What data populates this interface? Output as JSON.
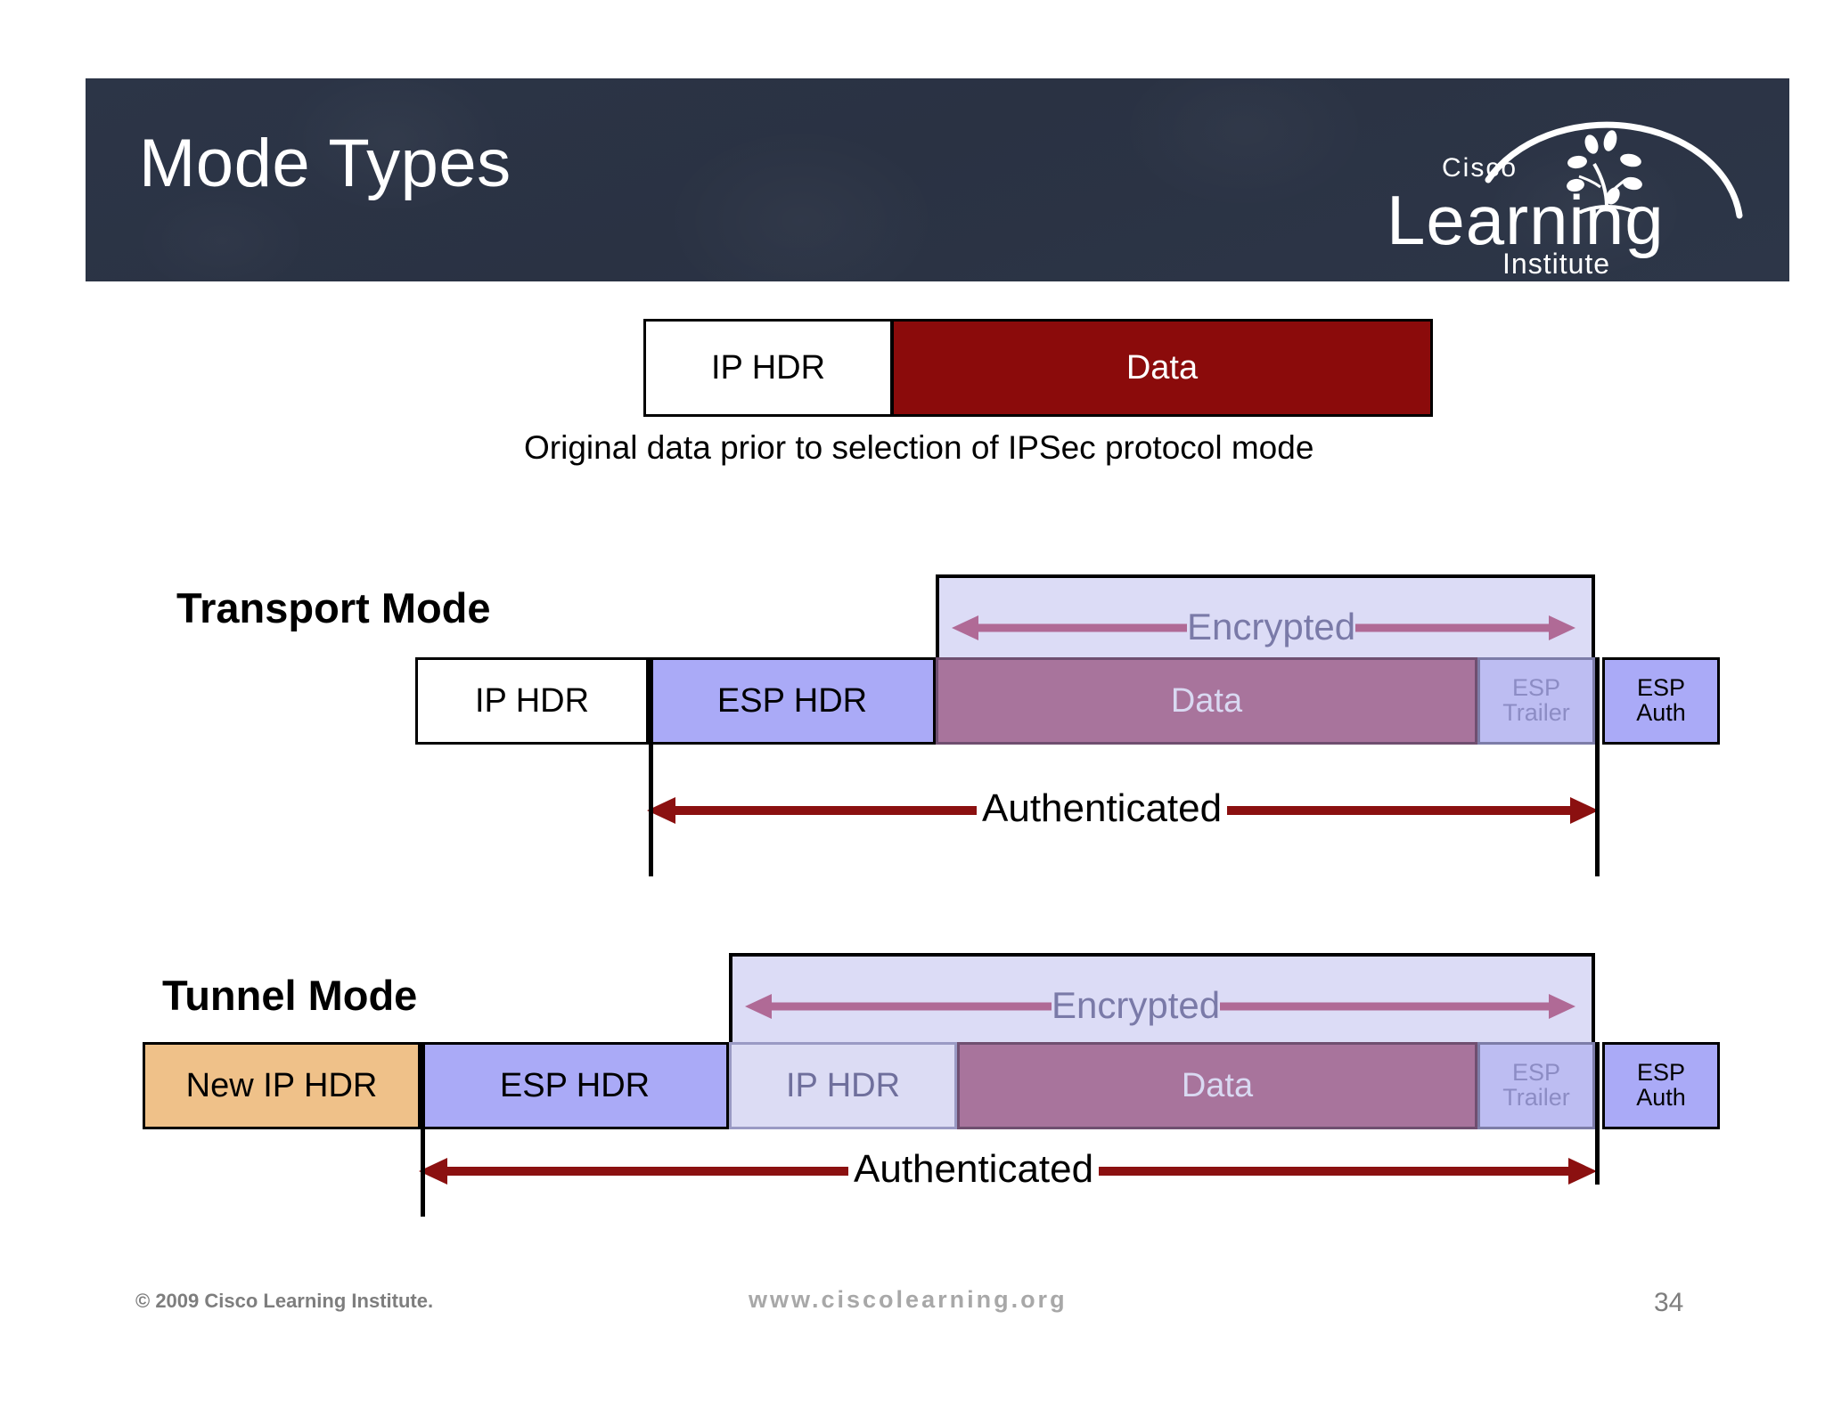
{
  "slide": {
    "title": "Mode Types",
    "logo": {
      "brand": "Cisco",
      "name": "Learning",
      "sub": "Institute",
      "alt": "Cisco Learning Institute logo"
    }
  },
  "original_packet": {
    "caption": "Original data prior to selection of IPSec protocol mode",
    "fields": [
      {
        "label": "IP HDR",
        "color": "#ffffff"
      },
      {
        "label": "Data",
        "color": "#8b0b0b"
      }
    ]
  },
  "transport_mode": {
    "title": "Transport Mode",
    "encrypted_label": "Encrypted",
    "authenticated_label": "Authenticated",
    "fields": [
      {
        "label": "IP HDR",
        "color": "#ffffff",
        "encrypted": false,
        "authenticated": false
      },
      {
        "label": "ESP HDR",
        "color": "#aaaaf7",
        "encrypted": false,
        "authenticated": true
      },
      {
        "label": "Data",
        "color": "#8b0b0b",
        "encrypted": true,
        "authenticated": true
      },
      {
        "label": "ESP Trailer",
        "label_line1": "ESP",
        "label_line2": "Trailer",
        "color": "#aaaaf7",
        "encrypted": true,
        "authenticated": true
      },
      {
        "label": "ESP Auth",
        "label_line1": "ESP",
        "label_line2": "Auth",
        "color": "#aaaaf7",
        "encrypted": false,
        "authenticated": false
      }
    ]
  },
  "tunnel_mode": {
    "title": "Tunnel Mode",
    "encrypted_label": "Encrypted",
    "authenticated_label": "Authenticated",
    "fields": [
      {
        "label": "New IP HDR",
        "color": "#efc189",
        "encrypted": false,
        "authenticated": false
      },
      {
        "label": "ESP HDR",
        "color": "#aaaaf7",
        "encrypted": false,
        "authenticated": true
      },
      {
        "label": "IP HDR",
        "color": "#ffffff",
        "encrypted": true,
        "authenticated": true
      },
      {
        "label": "Data",
        "color": "#8b0b0b",
        "encrypted": true,
        "authenticated": true
      },
      {
        "label": "ESP Trailer",
        "label_line1": "ESP",
        "label_line2": "Trailer",
        "color": "#aaaaf7",
        "encrypted": true,
        "authenticated": true
      },
      {
        "label": "ESP Auth",
        "label_line1": "ESP",
        "label_line2": "Auth",
        "color": "#aaaaf7",
        "encrypted": false,
        "authenticated": false
      }
    ]
  },
  "footer": {
    "copyright": "© 2009 Cisco Learning Institute.",
    "website": "www.ciscolearning.org",
    "page_number": "34"
  },
  "colors": {
    "banner": "#2c3547",
    "data_red": "#8b0b0b",
    "esp_periwinkle": "#aaaaf7",
    "new_ip_tan": "#efc189",
    "encrypted_wash": "#dcdcf6",
    "encrypted_arrow": "#b06a96",
    "auth_arrow": "#8b1010"
  }
}
